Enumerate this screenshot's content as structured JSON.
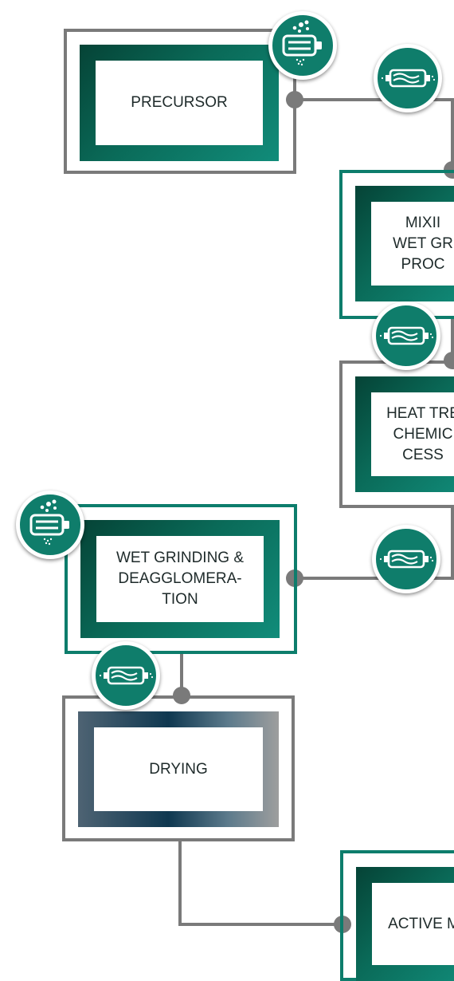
{
  "colors": {
    "accent": "#0f7d6b",
    "connector": "#7a7a7a",
    "frame_gray": "#7a7a7a",
    "frame_green": "#0d7d6c"
  },
  "steps": {
    "precursor": {
      "label": "PRECURSOR"
    },
    "mixing": {
      "lines": [
        "MIXII",
        "WET GR",
        "PROC"
      ]
    },
    "heat": {
      "lines": [
        "HEAT TRE",
        "CHEMIC",
        "CESS"
      ]
    },
    "wet_grinding": {
      "lines": [
        "WET GRINDING &",
        "DEAGGLOMERA-",
        "TION"
      ]
    },
    "drying": {
      "label": "DRYING"
    },
    "active": {
      "label": "ACTIVE M"
    }
  },
  "icons": {
    "mill": "bead-mill-icon",
    "tube": "wet-tube-icon"
  }
}
